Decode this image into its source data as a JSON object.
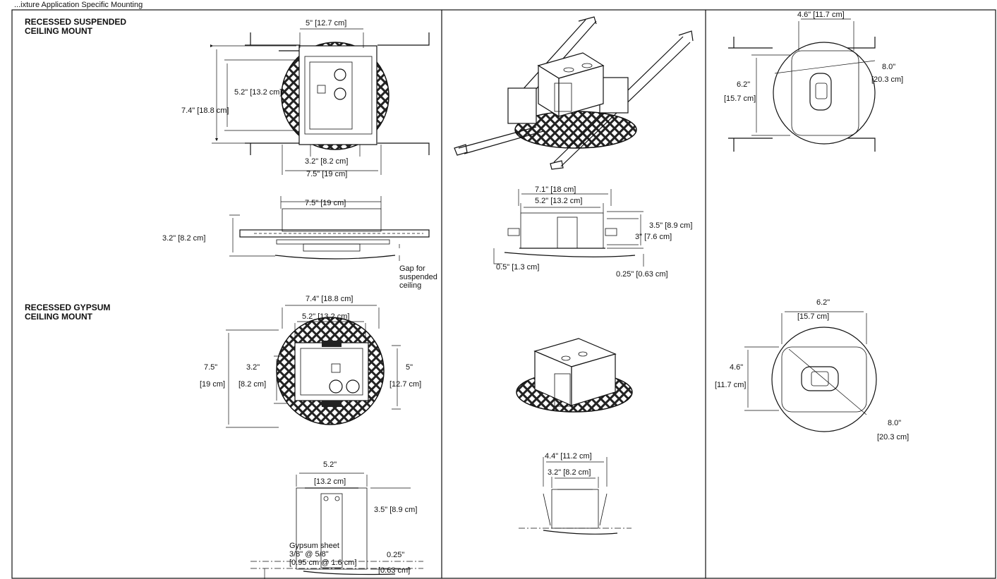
{
  "header": "...ixture Application Specific Mounting",
  "sections": {
    "suspended": "RECESSED SUSPENDED\nCEILING MOUNT",
    "gypsum": "RECESSED GYPSUM\nCEILING MOUNT"
  },
  "dims": {
    "s_top_w": "5\" [12.7 cm]",
    "s_h_inner": "5.2\" [13.2 cm]",
    "s_h_outer": "7.4\" [18.8 cm]",
    "s_w_inner": "3.2\" [8.2 cm]",
    "s_w_outer": "7.5\" [19 cm]",
    "ss_w": "7.5\" [19 cm]",
    "ss_h": "3.2\" [8.2 cm]",
    "gap_note": "Gap for\nsuspended\nceiling",
    "g_outer_w": "7.4\" [18.8 cm]",
    "g_inner_w": "5.2\" [13.2 cm]",
    "g_h_outer_a": "7.5\"",
    "g_h_outer_b": "[19 cm]",
    "g_h_inner_a": "3.2\"",
    "g_h_inner_b": "[8.2 cm]",
    "g_h_right_a": "5\"",
    "g_h_right_b": "[12.7 cm]",
    "gs_w_a": "5.2\"",
    "gs_w_b": "[13.2 cm]",
    "gs_h": "3.5\" [8.9 cm]",
    "gs_sheet": "Gypsum sheet\n3/8\" @ 5/8\"\n[0.95 cm @ 1.6 cm]",
    "gs_t_a": "0.25\"",
    "gs_t_b": "[0.63 cm]",
    "m_w_outer": "7.1\" [18 cm]",
    "m_w_inner": "5.2\" [13.2 cm]",
    "m_h_a": "3.5\" [8.9 cm]",
    "m_h_b": "3\" [7.6 cm]",
    "m_off": "0.5\" [1.3 cm]",
    "m_t": "0.25\" [0.63 cm]",
    "mb_w_outer": "4.4\" [11.2 cm]",
    "mb_w_inner": "3.2\" [8.2 cm]",
    "r_top_w": "4.6\" [11.7 cm]",
    "r_h_a": "6.2\"",
    "r_h_b": "[15.7 cm]",
    "r_d_a": "8.0\"",
    "r_d_b": "[20.3 cm]",
    "r2_w_a": "6.2\"",
    "r2_w_b": "[15.7 cm]",
    "r2_h_a": "4.6\"",
    "r2_h_b": "[11.7 cm]",
    "r2_d_a": "8.0\"",
    "r2_d_b": "[20.3 cm]"
  }
}
